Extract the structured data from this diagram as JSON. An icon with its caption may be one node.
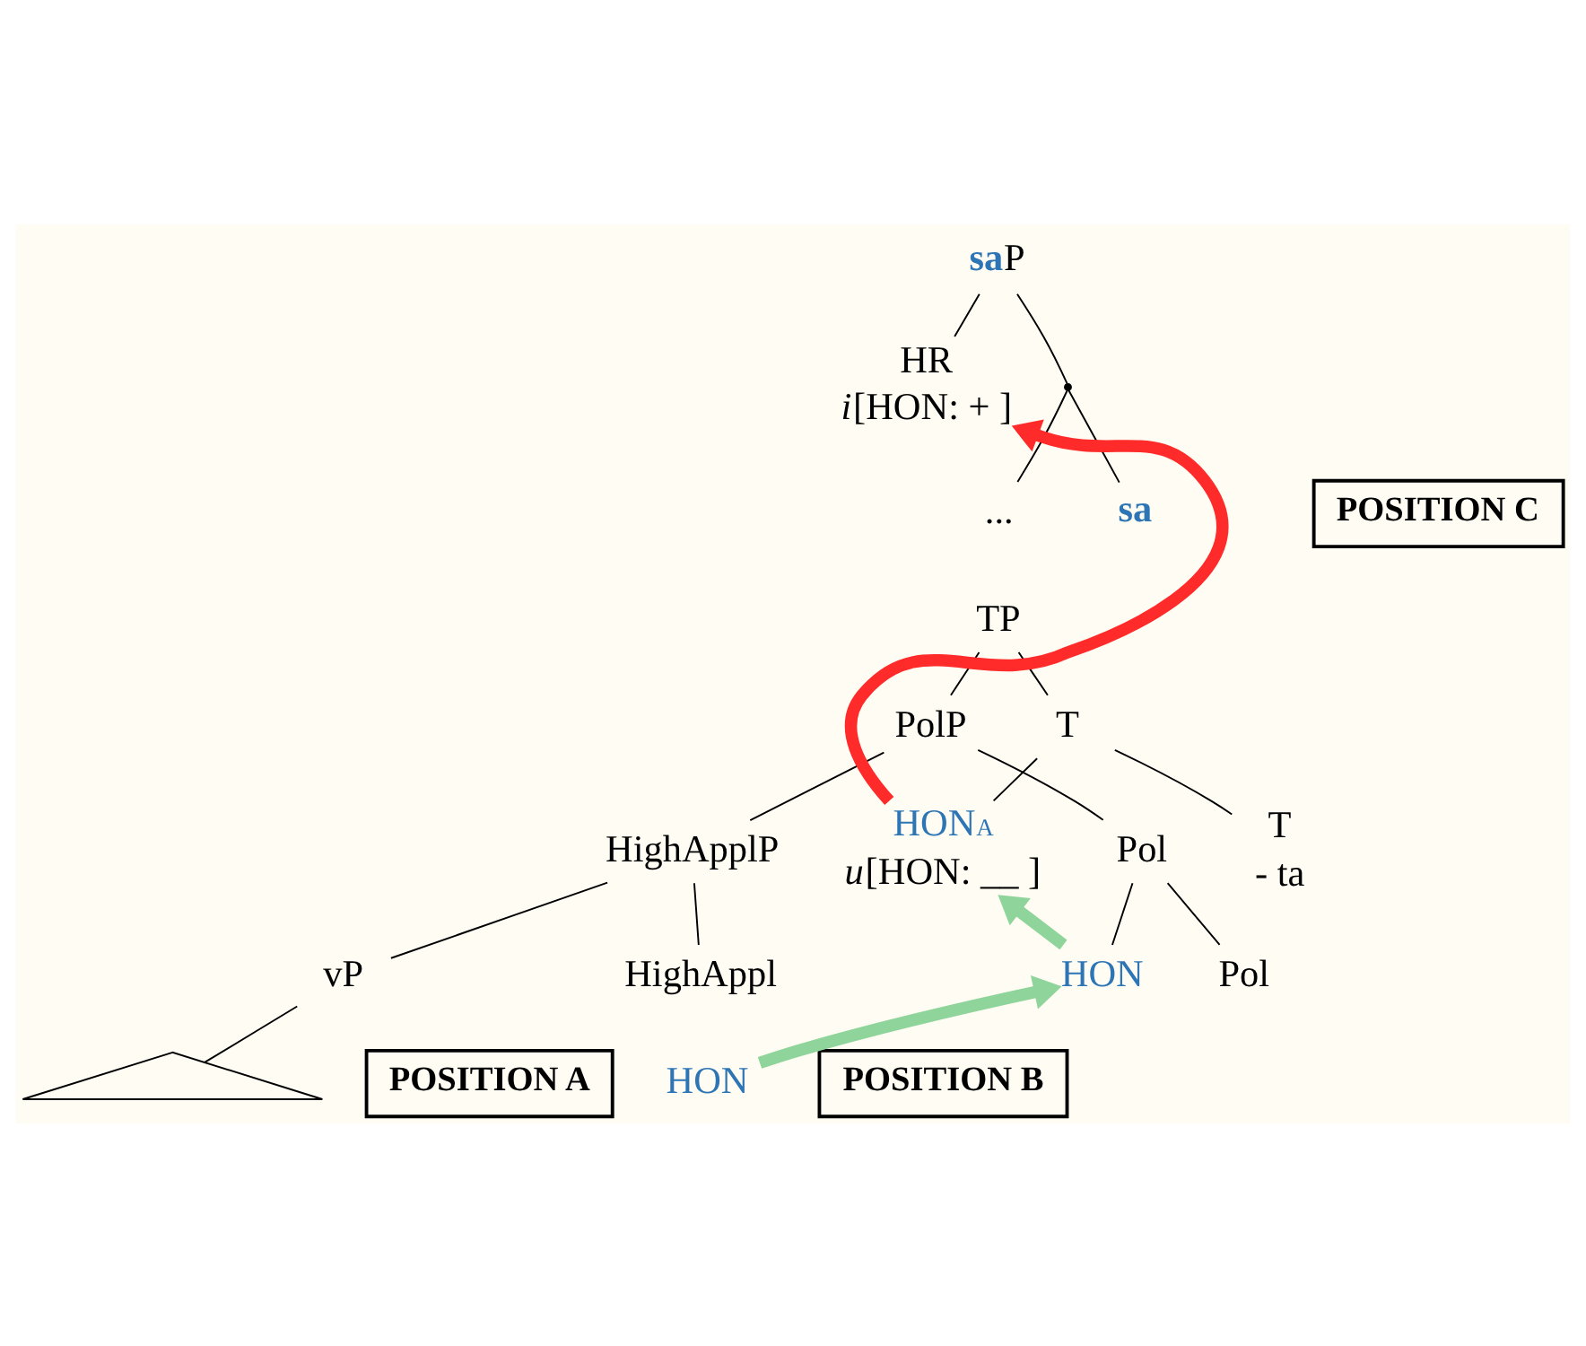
{
  "diagram": {
    "nodes": [
      {
        "text": [
          "**sa**P"
        ]
      },
      {
        "text": [
          "HR",
          "*i*[HON: + ]"
        ]
      },
      {
        "text": [],
        "shape": "point"
      },
      {
        "text": [
          "..."
        ]
      },
      {
        "text": [
          "sa"
        ]
      },
      {
        "text": [
          "POSITION C"
        ]
      },
      {
        "text": [
          "TP"
        ]
      },
      {
        "text": [
          "PolP"
        ]
      },
      {
        "text": [
          "T"
        ]
      },
      {
        "text": [
          "HighApplP"
        ]
      },
      {
        "text": [
          "Pol"
        ]
      },
      {
        "text": [
          "HON$_{A}$",
          "*u*[HON: __ ]"
        ]
      },
      {
        "text": [
          "T",
          "- ta"
        ]
      },
      {
        "text": [
          "vP"
        ]
      },
      {
        "text": [
          "HighAppl"
        ]
      },
      {
        "text": [
          "HON"
        ]
      },
      {
        "text": [
          "Pol"
        ]
      },
      {
        "text": [],
        "shape": "triangle"
      },
      {
        "text": [
          "POSITION A"
        ]
      },
      {
        "text": [
          "HON"
        ]
      },
      {
        "text": [
          "POSITION B"
        ]
      }
    ],
    "edges": [
      {
        "from": 0,
        "to": 1,
        "arrow": "none"
      },
      {
        "from": 0,
        "to": 2,
        "arrow": "none"
      },
      {
        "from": 2,
        "to": 3,
        "arrow": "none"
      },
      {
        "from": 2,
        "to": 4,
        "arrow": "none"
      },
      {
        "from": 6,
        "to": 7,
        "arrow": "none"
      },
      {
        "from": 6,
        "to": 8,
        "arrow": "none"
      },
      {
        "from": 7,
        "to": 9,
        "arrow": "none"
      },
      {
        "from": 7,
        "to": 10,
        "arrow": "none"
      },
      {
        "from": 8,
        "to": 11,
        "arrow": "none"
      },
      {
        "from": 8,
        "to": 12,
        "arrow": "none"
      },
      {
        "from": 9,
        "to": 13,
        "arrow": "none"
      },
      {
        "from": 9,
        "to": 14,
        "arrow": "none"
      },
      {
        "from": 10,
        "to": 15,
        "arrow": "none"
      },
      {
        "from": 10,
        "to": 16,
        "arrow": "none"
      },
      {
        "from": 13,
        "to": 17,
        "arrow": "none"
      },
      {
        "from": 19,
        "to": 15,
        "arrow": "to",
        "style": "thick",
        "color": "#8fd49a"
      },
      {
        "from": 15,
        "to": 11,
        "arrow": "to",
        "style": "thick",
        "color": "#8fd49a"
      },
      {
        "from": 11,
        "to": 1,
        "arrow": "to",
        "style": "thick",
        "color": "#ff2a2a"
      }
    ]
  }
}
